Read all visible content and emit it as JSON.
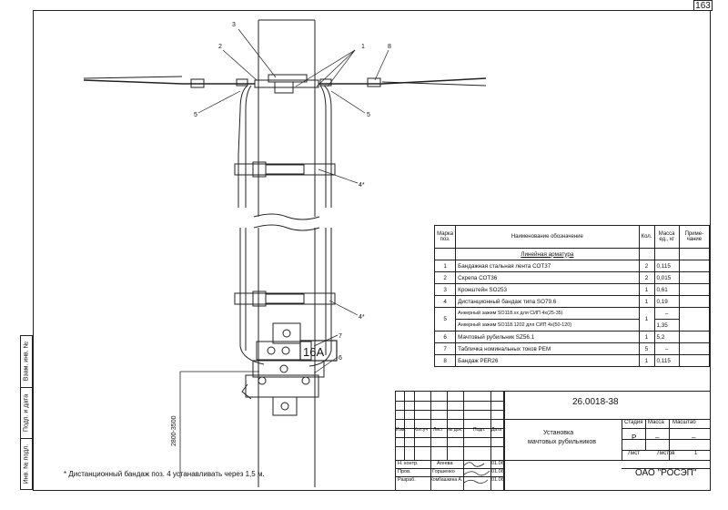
{
  "page_number": "163",
  "side_labels": [
    "Инв. № подл.",
    "Подп. и дата",
    "Взам. инв. №"
  ],
  "drawing": {
    "callouts": [
      "3",
      "2",
      "1",
      "8",
      "5",
      "5",
      "4*",
      "4*",
      "7",
      "6"
    ],
    "fuse_label": "16A",
    "dimension": "2800-3500"
  },
  "spec_table": {
    "headers": [
      "Марка поз.",
      "Наименование обозначение",
      "Кол.",
      "Масса ед., кг",
      "Приме-чание"
    ],
    "section": "Линейная арматура",
    "rows": [
      {
        "pos": "1",
        "name": "Бандажная стальная лента СОТ37",
        "qty": "2",
        "mass": "0,115"
      },
      {
        "pos": "2",
        "name": "Скрепа СОТ36",
        "qty": "2",
        "mass": "0,015"
      },
      {
        "pos": "3",
        "name": "Кронштейн SO253",
        "qty": "1",
        "mass": "0,61"
      },
      {
        "pos": "4",
        "name": "Дистанционный бандаж типа SO79.6",
        "qty": "1",
        "mass": "0,19"
      },
      {
        "pos": "5",
        "name": "Анкерный зажим SO118.хх для СИП 4х(25-35)",
        "qty": "1",
        "mass": "–"
      },
      {
        "pos": "",
        "name": "Анкерный зажим SO118.1202 для СИП 4х(50-120)",
        "qty": "",
        "mass": "1,35"
      },
      {
        "pos": "6",
        "name": "Мачтовый рубильник SZ56.1",
        "qty": "1",
        "mass": "5,2"
      },
      {
        "pos": "7",
        "name": "Табличка номинальных токов РЕМ",
        "qty": "5",
        "mass": "–"
      },
      {
        "pos": "8",
        "name": "Бандаж PER26",
        "qty": "1",
        "mass": "0,115"
      }
    ]
  },
  "title_block": {
    "code": "26.0018-38",
    "title_line1": "Установка",
    "title_line2": "мачтовых рубильников",
    "stage_header": "Стадия",
    "mass_header": "Масса",
    "scale_header": "Масштаб",
    "stage": "Р",
    "mass": "–",
    "scale": "–",
    "sheet": "Лист",
    "sheets": "Листов",
    "sheets_count": "1",
    "company": "ОАО \"РОСЭП\"",
    "col_headers": [
      "Изм.",
      "Кол.уч",
      "Лист",
      "№ док.",
      "Подп.",
      "Дата"
    ],
    "roles": [
      {
        "role": "Н. контр.",
        "name": "Агеева",
        "date": "01.06"
      },
      {
        "role": "Пров.",
        "name": "Горшенко",
        "date": "01.06"
      },
      {
        "role": "Разраб.",
        "name": "Комбашкина А.",
        "date": "01.06"
      }
    ]
  },
  "footnote": "* Дистанционный бандаж поз. 4 устанавливать через 1,5 м."
}
